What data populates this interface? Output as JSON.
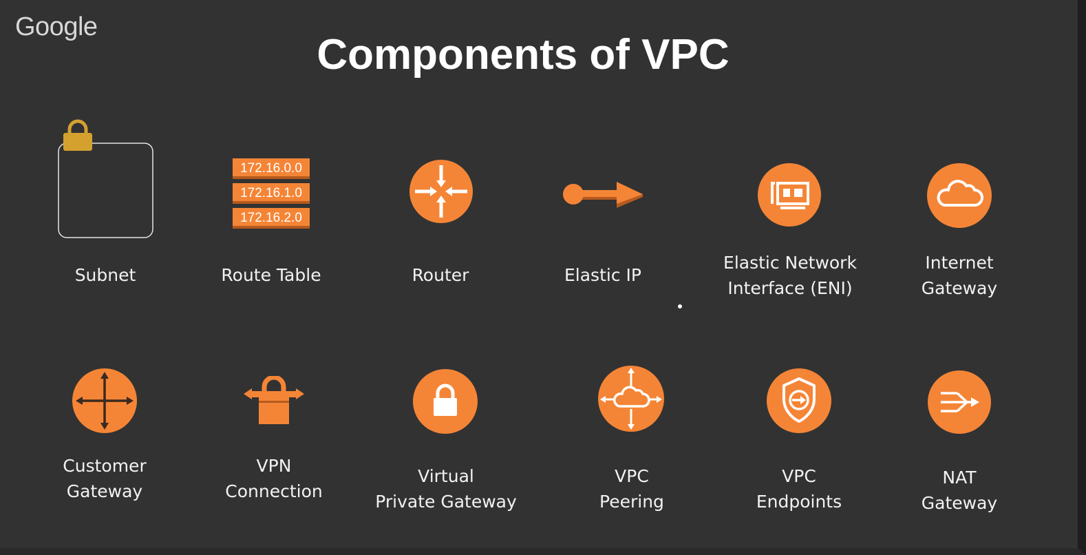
{
  "logo": {
    "text": "Google"
  },
  "title": "Components of VPC",
  "accent_color": "#f58536",
  "lock_color": "#d4a12e",
  "components": [
    {
      "label": "Subnet",
      "icon": "subnet-lock-icon"
    },
    {
      "label": "Route Table",
      "icon": "route-table-icon",
      "routes": [
        "172.16.0.0",
        "172.16.1.0",
        "172.16.2.0"
      ]
    },
    {
      "label": "Router",
      "icon": "router-icon"
    },
    {
      "label": "Elastic IP",
      "icon": "elastic-ip-icon"
    },
    {
      "label": "Elastic Network\nInterface (ENI)",
      "icon": "network-interface-icon"
    },
    {
      "label": "Internet\nGateway",
      "icon": "cloud-icon"
    },
    {
      "label": "Customer\nGateway",
      "icon": "customer-gateway-icon"
    },
    {
      "label": "VPN\nConnection",
      "icon": "vpn-connection-icon"
    },
    {
      "label": "Virtual\nPrivate Gateway",
      "icon": "lock-icon"
    },
    {
      "label": "VPC\nPeering",
      "icon": "vpc-peering-icon"
    },
    {
      "label": "VPC\nEndpoints",
      "icon": "shield-icon"
    },
    {
      "label": "NAT\nGateway",
      "icon": "nat-gateway-icon"
    }
  ]
}
